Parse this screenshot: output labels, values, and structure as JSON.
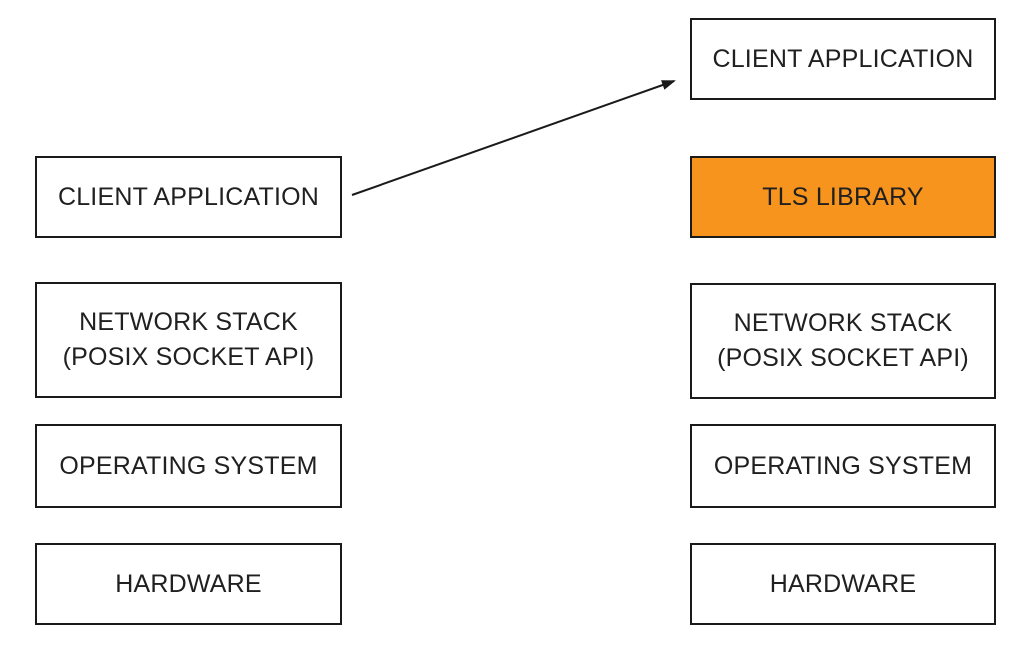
{
  "diagram": {
    "colors": {
      "background": "#ffffff",
      "box_border": "#1a1a1a",
      "text": "#202020",
      "highlight_fill": "#f7941d",
      "arrow": "#1a1a1a"
    },
    "left_stack": {
      "layers": [
        {
          "label": "CLIENT APPLICATION",
          "highlighted": false
        },
        {
          "label": "NETWORK STACK\n(POSIX SOCKET API)",
          "highlighted": false
        },
        {
          "label": "OPERATING SYSTEM",
          "highlighted": false
        },
        {
          "label": "HARDWARE",
          "highlighted": false
        }
      ]
    },
    "right_stack": {
      "layers": [
        {
          "label": "CLIENT APPLICATION",
          "highlighted": false
        },
        {
          "label": "TLS LIBRARY",
          "highlighted": true
        },
        {
          "label": "NETWORK STACK\n(POSIX SOCKET API)",
          "highlighted": false
        },
        {
          "label": "OPERATING SYSTEM",
          "highlighted": false
        },
        {
          "label": "HARDWARE",
          "highlighted": false
        }
      ]
    },
    "arrow": {
      "from": "CLIENT APPLICATION (left stack)",
      "to": "CLIENT APPLICATION (right stack)"
    }
  }
}
